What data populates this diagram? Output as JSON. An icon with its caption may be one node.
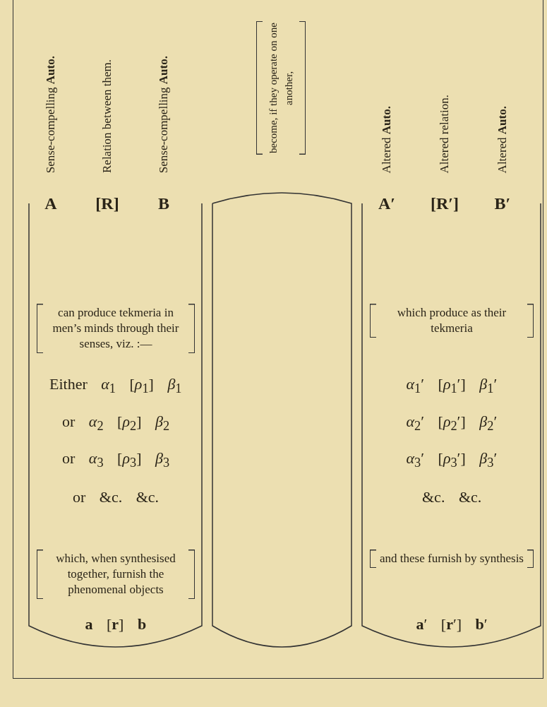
{
  "diagram": {
    "nodes": [
      {
        "text": [
          "can produce tekmeria in men’s minds through their senses, viz. :—",
          "Either *α*$_{1}$ [*ρ*$_{1}$] *β*$_{1}$",
          "or *α*$_{2}$ [*ρ*$_{2}$] *β*$_{2}$",
          "or *α*$_{3}$ [*ρ*$_{3}$] *β*$_{3}$",
          "or &c. &c.",
          "which, when synthesised together, furnish the phenomenal objects",
          "**a** [**r**] **b**"
        ]
      },
      {
        "text": [],
        "shape": "box"
      },
      {
        "text": [
          "which produce as their tekmeria",
          "*α*$_{1}$′ [*ρ*$_{1}$′] *β*$_{1}$′",
          "*α*$_{2}$′ [*ρ*$_{2}$′] *β*$_{2}$′",
          "*α*$_{3}$′ [*ρ*$_{3}$′] *β*$_{3}$′",
          "&c. &c.",
          "and these furnish by synthesis",
          "**a**′ [**r**′] **b**′"
        ]
      }
    ],
    "labels": [
      "Sense-compelling **Auto.**",
      "Relation between them.",
      "Sense-compelling **Auto.**",
      "become, if they operate on one another,",
      "Altered **Auto.**",
      "Altered relation.",
      "Altered **Auto.**",
      "A",
      "[R]",
      "B",
      "A′",
      "[R′]",
      "B′"
    ]
  }
}
